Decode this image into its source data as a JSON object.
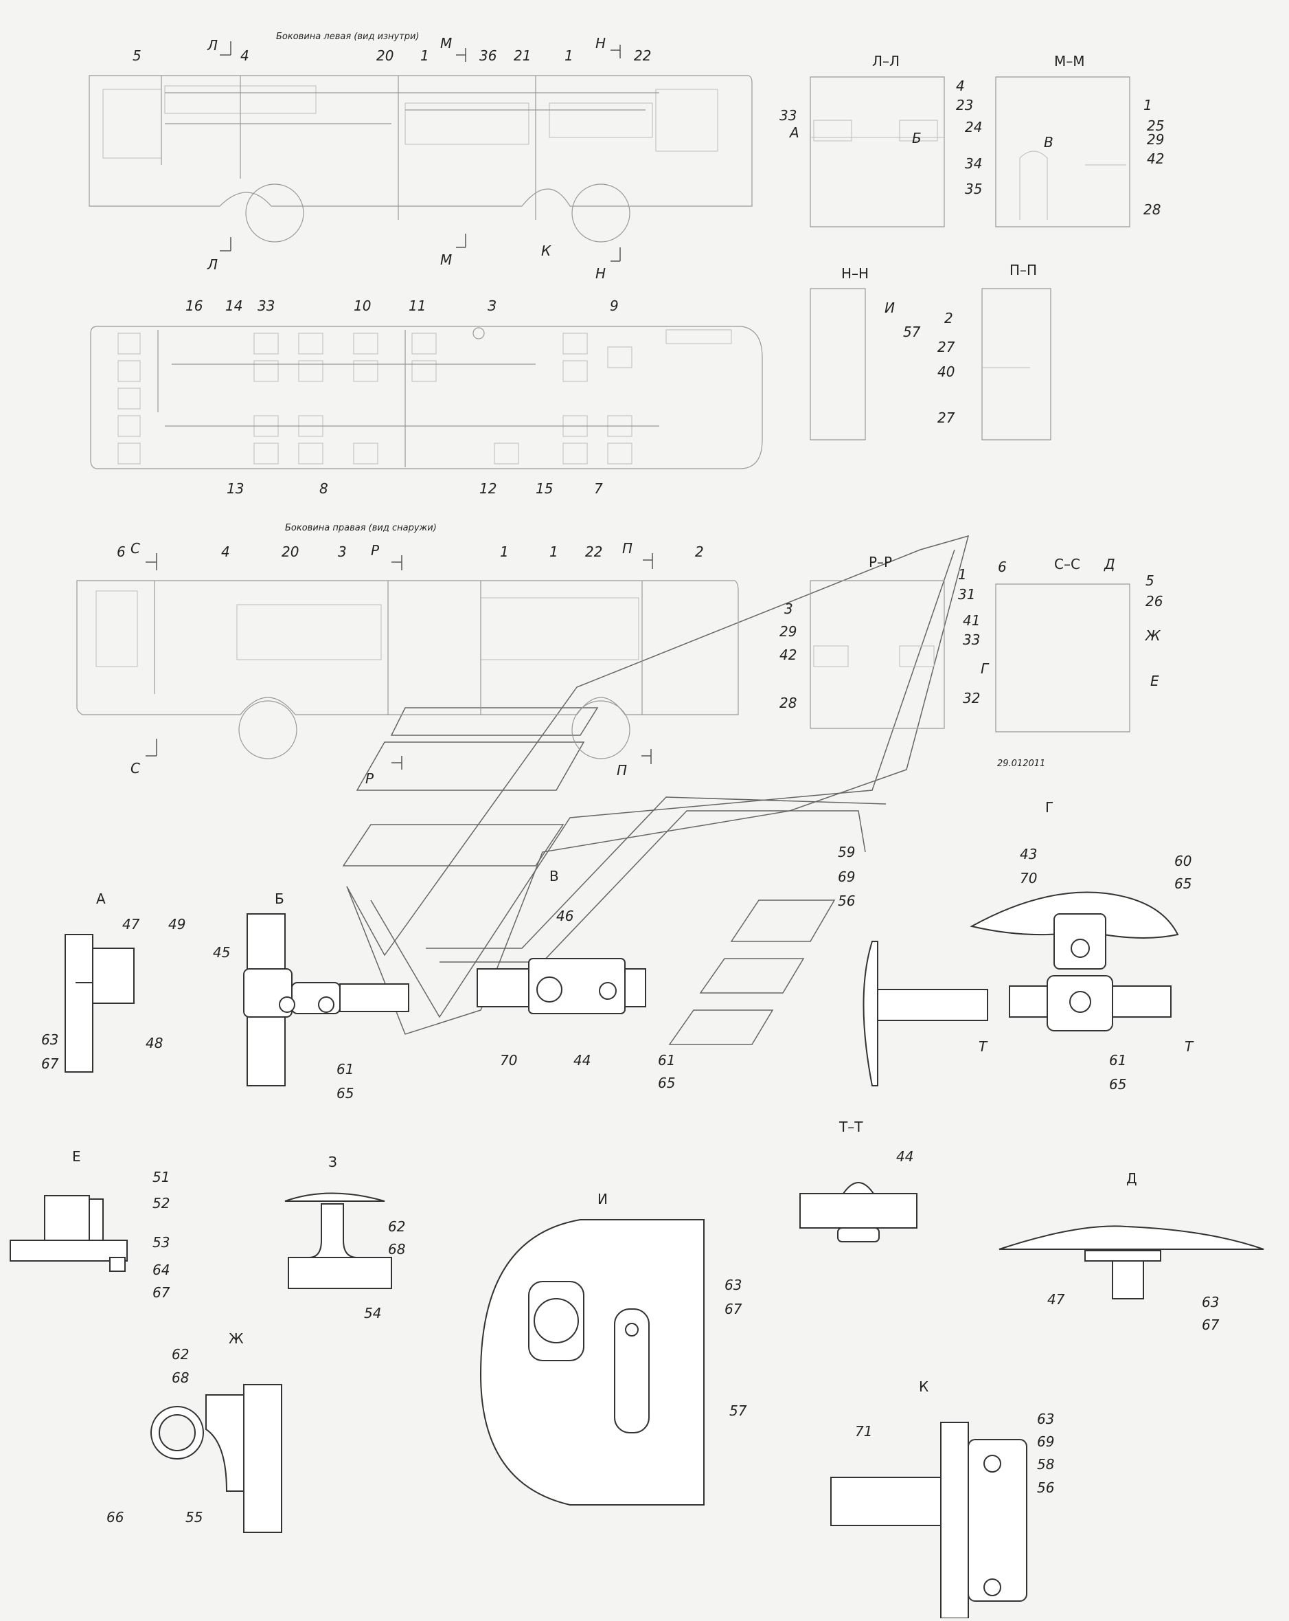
{
  "titles": {
    "left_side": "Боковина левая (вид изнутри)",
    "right_side": "Боковина правая (вид снаружи)",
    "doc_number": "29.012011"
  },
  "section_marks": {
    "L": "Л",
    "M": "М",
    "N": "Н",
    "S": "С",
    "R": "Р",
    "P": "П"
  },
  "section_titles": {
    "LL": "Л–Л",
    "MM": "М–М",
    "NN": "Н–Н",
    "PP": "П–П",
    "RR": "Р–Р",
    "SS": "С–С"
  },
  "view_letters": {
    "A": "А",
    "B": "Б",
    "V": "В",
    "G": "Г",
    "D": "Д",
    "E": "Е",
    "Zh": "Ж",
    "Z": "З",
    "I": "И",
    "K": "К",
    "TT": "Т–Т",
    "T": "Т"
  },
  "callouts": {
    "left_side": [
      "5",
      "4",
      "20",
      "1",
      "36",
      "21",
      "1",
      "22"
    ],
    "plan_top": [
      "16",
      "14",
      "33",
      "10",
      "11",
      "9"
    ],
    "plan_bottom": [
      "13",
      "8",
      "12",
      "15",
      "7"
    ],
    "right_side": [
      "6",
      "4",
      "20",
      "3",
      "1",
      "1",
      "22",
      "2"
    ],
    "LL": [
      "4",
      "23",
      "33"
    ],
    "MM": [
      "1",
      "25",
      "29",
      "42",
      "24",
      "34",
      "35",
      "28"
    ],
    "NN": [
      "57"
    ],
    "PP": [
      "2",
      "27",
      "40",
      "27"
    ],
    "RR": [
      "1",
      "31",
      "3",
      "29",
      "42",
      "28"
    ],
    "SS": [
      "6",
      "5",
      "26",
      "41",
      "33",
      "32"
    ],
    "A": [
      "47",
      "49",
      "63",
      "67",
      "48"
    ],
    "B": [
      "45",
      "61",
      "65"
    ],
    "V": [
      "46",
      "70",
      "44",
      "61",
      "65"
    ],
    "Vt": [
      "59",
      "69",
      "56"
    ],
    "G": [
      "43",
      "70",
      "60",
      "65",
      "61",
      "65"
    ],
    "E": [
      "51",
      "52",
      "53",
      "64",
      "67"
    ],
    "Z": [
      "62",
      "68",
      "54"
    ],
    "I": [
      "63",
      "67",
      "57"
    ],
    "TT": [
      "44"
    ],
    "D": [
      "47",
      "63",
      "67"
    ],
    "Zh": [
      "62",
      "68",
      "66",
      "55"
    ],
    "K": [
      "71",
      "63",
      "69",
      "58",
      "56"
    ]
  }
}
